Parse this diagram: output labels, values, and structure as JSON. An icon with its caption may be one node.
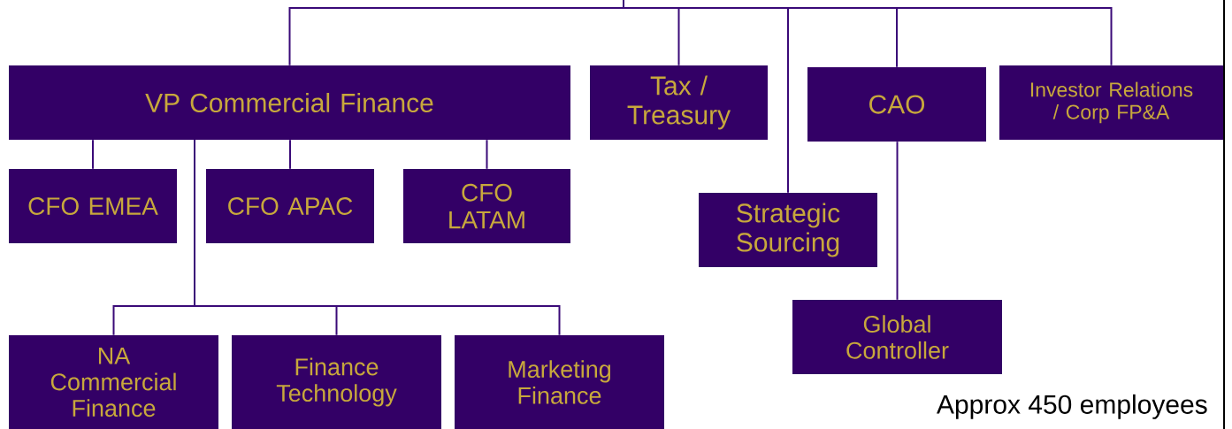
{
  "diagram": {
    "nodes": [
      {
        "text": [
          "VP Commercial Finance"
        ]
      },
      {
        "text": [
          "Tax / Treasury"
        ]
      },
      {
        "text": [
          "CAO"
        ]
      },
      {
        "text": [
          "Investor Relations / Corp FP&A"
        ]
      },
      {
        "text": [
          "CFO EMEA"
        ]
      },
      {
        "text": [
          "CFO APAC"
        ]
      },
      {
        "text": [
          "CFO LATAM"
        ]
      },
      {
        "text": [
          "Strategic Sourcing"
        ]
      },
      {
        "text": [
          "Global Controller"
        ]
      },
      {
        "text": [
          "NA Commercial Finance"
        ]
      },
      {
        "text": [
          "Finance Technology"
        ]
      },
      {
        "text": [
          "Marketing Finance"
        ]
      }
    ],
    "edges": [
      {
        "from": null,
        "to": 0,
        "arrow": "none"
      },
      {
        "from": null,
        "to": 1,
        "arrow": "none"
      },
      {
        "from": null,
        "to": 7,
        "arrow": "none"
      },
      {
        "from": null,
        "to": 2,
        "arrow": "none"
      },
      {
        "from": null,
        "to": 3,
        "arrow": "none"
      },
      {
        "from": 0,
        "to": 4,
        "arrow": "none"
      },
      {
        "from": 0,
        "to": 5,
        "arrow": "none"
      },
      {
        "from": 0,
        "to": 6,
        "arrow": "none"
      },
      {
        "from": 0,
        "to": 9,
        "arrow": "none"
      },
      {
        "from": 0,
        "to": 10,
        "arrow": "none"
      },
      {
        "from": 0,
        "to": 11,
        "arrow": "none"
      },
      {
        "from": 2,
        "to": 8,
        "arrow": "none"
      }
    ],
    "labels": [
      "Approx 450 employees"
    ]
  }
}
